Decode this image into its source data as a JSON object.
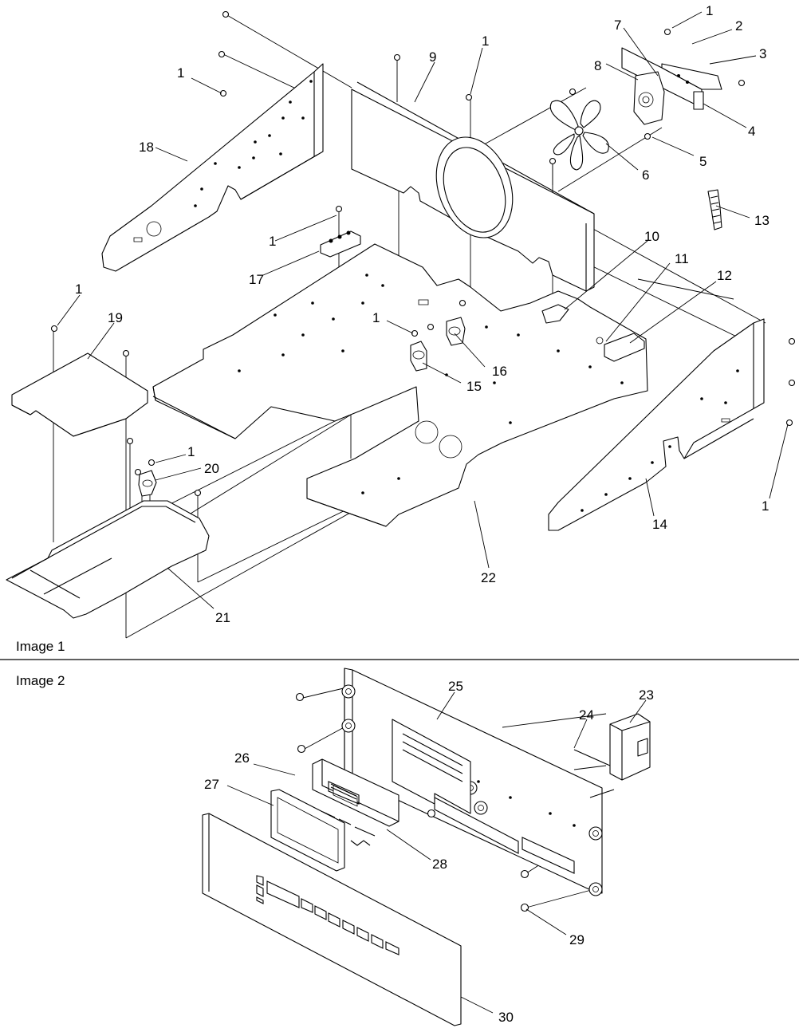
{
  "sections": [
    {
      "label": "Image 1"
    },
    {
      "label": "Image 2"
    }
  ],
  "callouts": [
    "1",
    "2",
    "3",
    "4",
    "5",
    "6",
    "7",
    "8",
    "9",
    "10",
    "11",
    "12",
    "13",
    "14",
    "15",
    "16",
    "17",
    "18",
    "19",
    "20",
    "21",
    "22",
    "23",
    "24",
    "25",
    "26",
    "27",
    "28",
    "29",
    "30"
  ],
  "colors": {
    "line": "#000000",
    "background": "#ffffff"
  }
}
